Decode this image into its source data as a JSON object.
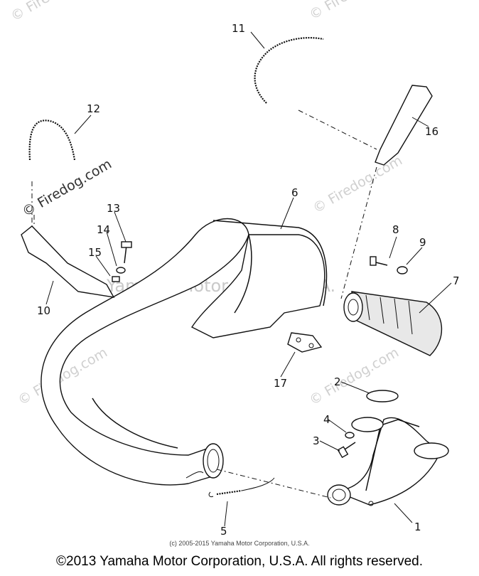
{
  "watermarks": {
    "site": "© Firedog.com",
    "diagram_owner": "Yamaha Motor Corp. U.S.A."
  },
  "parts": [
    {
      "id": "1",
      "label": "1"
    },
    {
      "id": "2",
      "label": "2"
    },
    {
      "id": "3",
      "label": "3"
    },
    {
      "id": "4",
      "label": "4"
    },
    {
      "id": "5",
      "label": "5"
    },
    {
      "id": "6",
      "label": "6"
    },
    {
      "id": "7",
      "label": "7"
    },
    {
      "id": "8",
      "label": "8"
    },
    {
      "id": "9",
      "label": "9"
    },
    {
      "id": "10",
      "label": "10"
    },
    {
      "id": "11",
      "label": "11"
    },
    {
      "id": "12",
      "label": "12"
    },
    {
      "id": "13",
      "label": "13"
    },
    {
      "id": "14",
      "label": "14"
    },
    {
      "id": "15",
      "label": "15"
    },
    {
      "id": "16",
      "label": "16"
    },
    {
      "id": "17",
      "label": "17"
    }
  ],
  "footer": {
    "small_copyright": "(c) 2005-2015 Yamaha Motor Corporation, U.S.A.",
    "copyright": "©2013 Yamaha Motor Corporation, U.S.A. All rights reserved."
  }
}
